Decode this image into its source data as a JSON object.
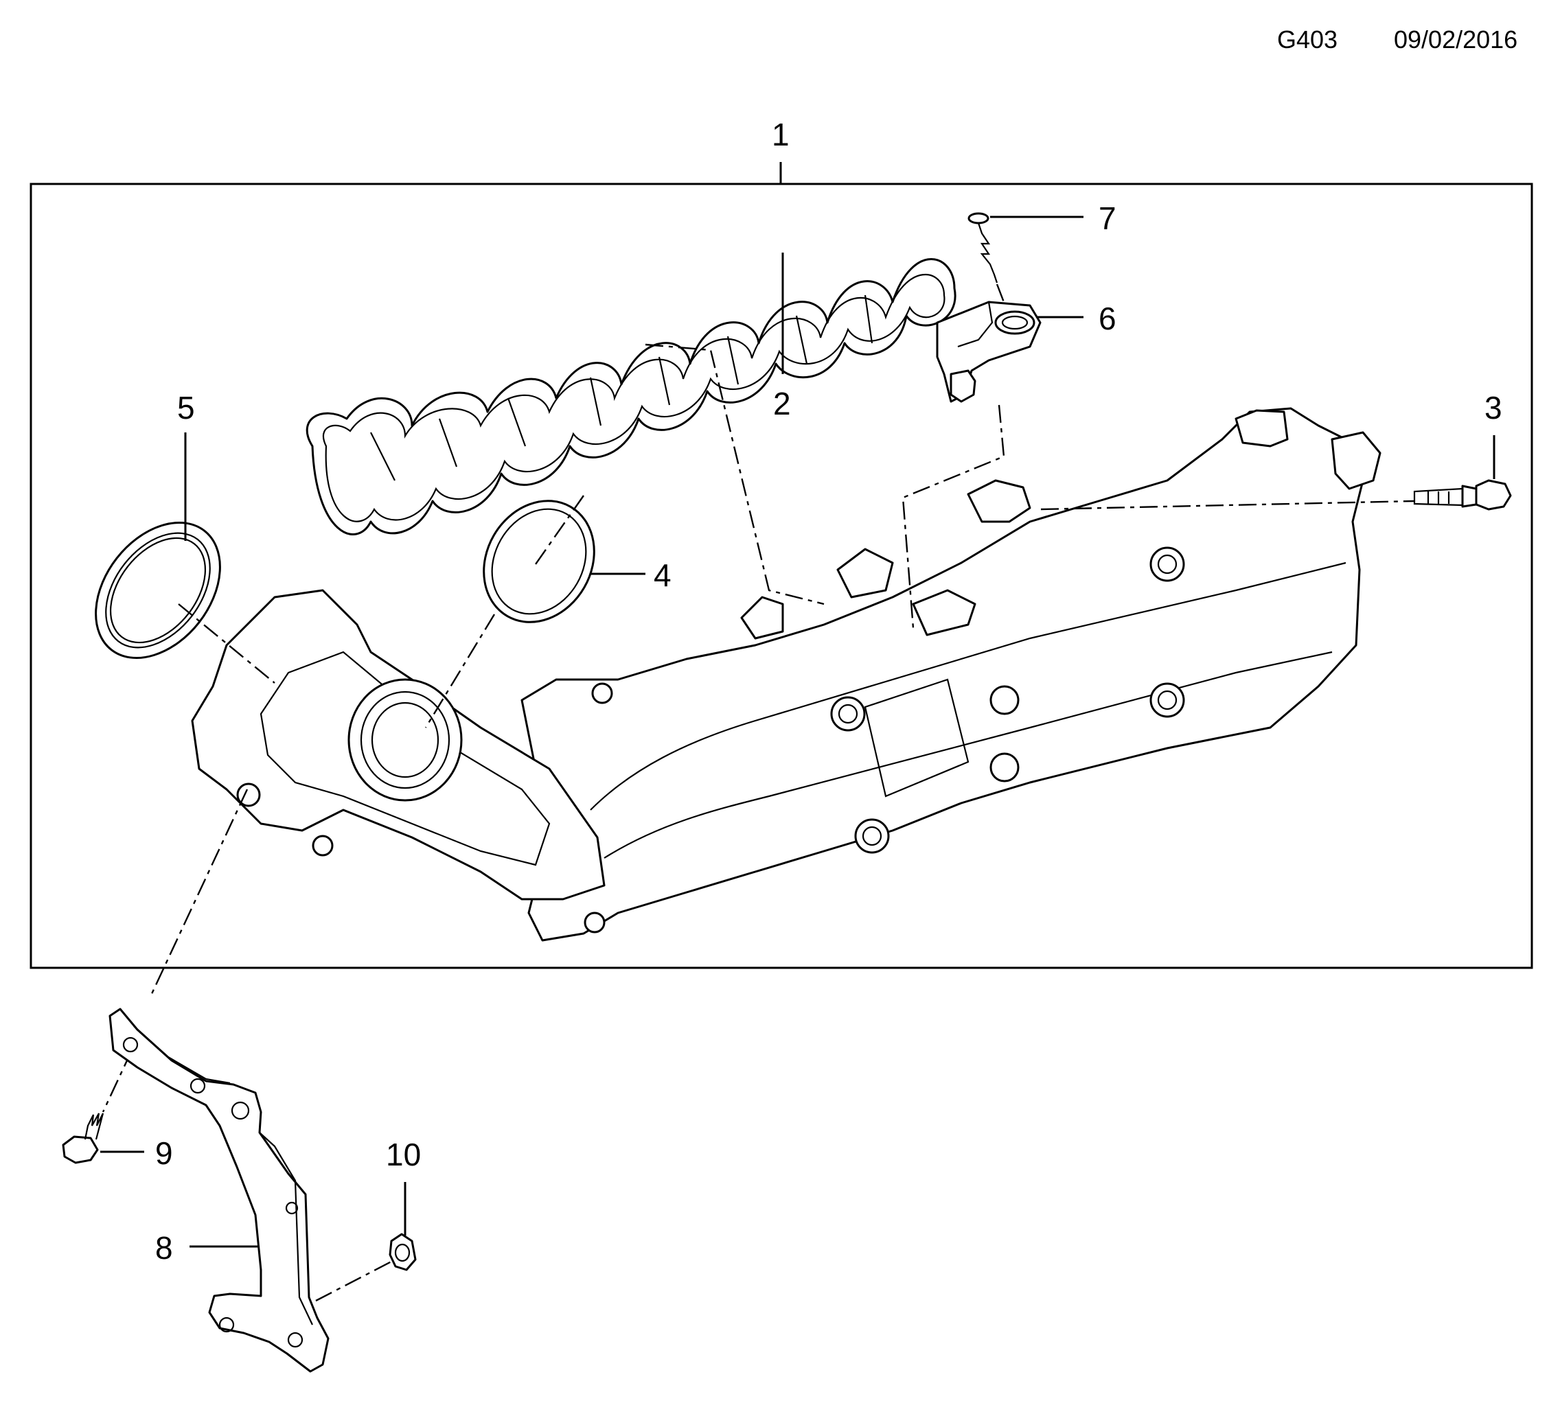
{
  "header": {
    "page_code": "G403",
    "date": "09/02/2016"
  },
  "callouts": [
    {
      "id": "1",
      "text": "1"
    },
    {
      "id": "2",
      "text": "2"
    },
    {
      "id": "3",
      "text": "3"
    },
    {
      "id": "4",
      "text": "4"
    },
    {
      "id": "5",
      "text": "5"
    },
    {
      "id": "6",
      "text": "6"
    },
    {
      "id": "7",
      "text": "7"
    },
    {
      "id": "8",
      "text": "8"
    },
    {
      "id": "9",
      "text": "9"
    },
    {
      "id": "10",
      "text": "10"
    }
  ],
  "parts": {
    "assembly": "intake-manifold",
    "gasket": "manifold-gasket",
    "bolt_long": "mounting-bolt",
    "seal_ring_inner": "throttle-seal-ring",
    "seal_ring_outer": "o-ring-seal",
    "sensor": "pressure-sensor",
    "screw": "sensor-screw",
    "bracket": "support-bracket",
    "bolt_short": "bracket-bolt",
    "nut": "flange-nut"
  },
  "colors": {
    "line": "#000000",
    "background": "#ffffff"
  }
}
